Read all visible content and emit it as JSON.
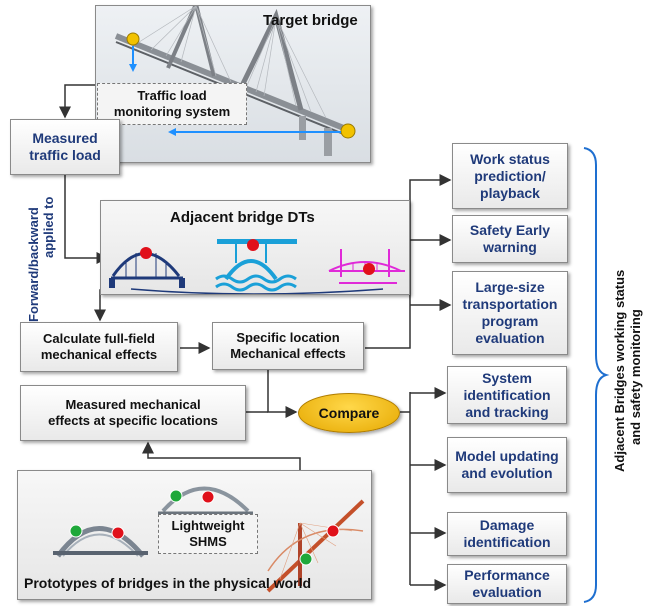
{
  "target": {
    "title": "Target bridge",
    "traffic_system": "Traffic load\nmonitoring system"
  },
  "measured_traffic_load": "Measured\ntraffic load",
  "forward_backward": "Forward/backward",
  "applied_to": "applied to",
  "adjacent_dts": {
    "title": "Adjacent bridge DTs"
  },
  "calculate_full_field": "Calculate full-field\nmechanical effects",
  "specific_location": "Specific location\nMechanical effects",
  "measured_mechanical": "Measured mechanical\neffects at specific locations",
  "compare": "Compare",
  "prototypes": {
    "title": "Prototypes of bridges in the physical world",
    "lightweight": "Lightweight\nSHMS"
  },
  "outputs_top": [
    "Work status\nprediction/\nplayback",
    "Safety Early\nwarning",
    "Large-size\ntransportation\nprogram\nevaluation"
  ],
  "outputs_bottom": [
    "System\nidentification\nand tracking",
    "Model updating\nand evolution",
    "Damage\nidentification",
    "Performance\nevaluation"
  ],
  "side_label_1": "Adjacent Bridges working status",
  "side_label_2": "and safety monitoring",
  "colors": {
    "accent_blue": "#1f3a7a",
    "compare_gold": "#f2c200",
    "marker_red": "#e0101a",
    "marker_green": "#1fa83a",
    "brace_blue": "#1e6fd0"
  }
}
